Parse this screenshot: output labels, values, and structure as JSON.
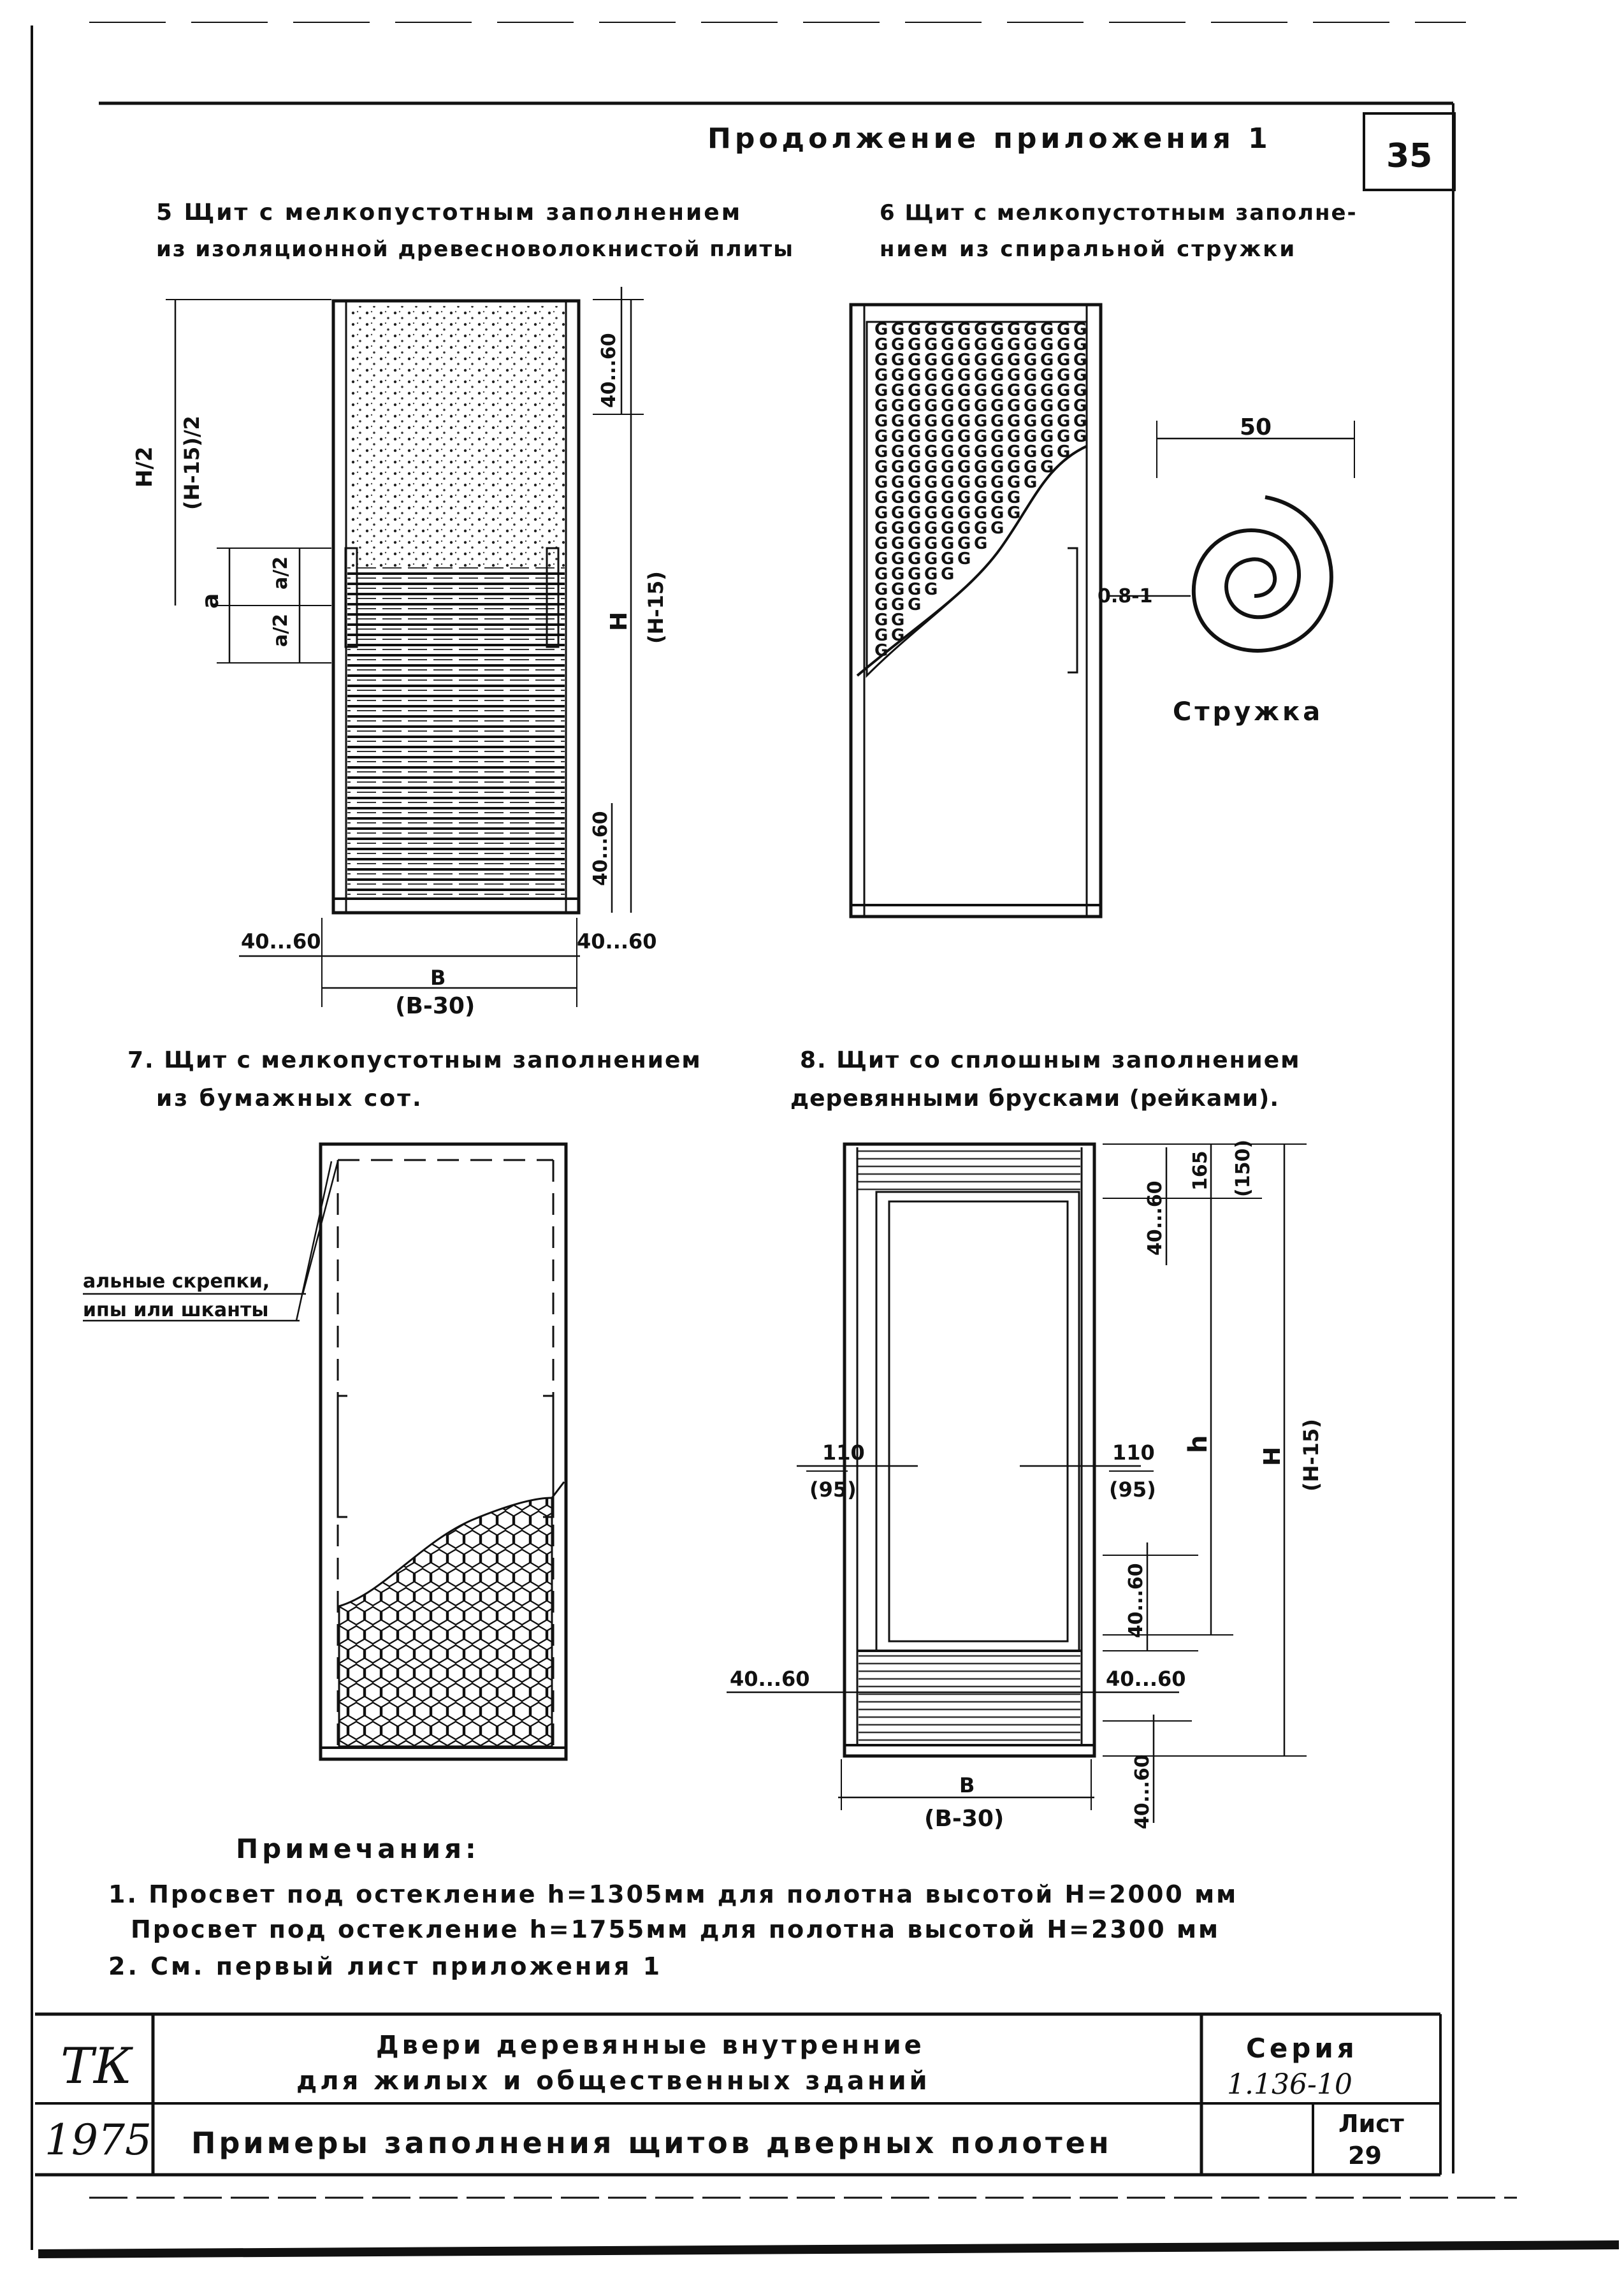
{
  "header": {
    "continuation": "Продолжение приложения 1",
    "page_number": "35"
  },
  "sections": {
    "s5": {
      "title_line1": "5 Щит с мелкопустотным заполнением",
      "title_line2": "из изоляционной древесноволокнистой плиты",
      "dims": {
        "top_fill": "40...60",
        "bottom_fill": "40...60",
        "left_edge": "40...60",
        "right_edge": "40...60",
        "height": "H",
        "height_alt": "(H-15)",
        "width": "B",
        "width_alt": "(B-30)",
        "half_h": "H/2",
        "half_h_alt": "(H-15)/2",
        "a": "a",
        "a_half_top": "a/2",
        "a_half_bottom": "a/2"
      }
    },
    "s6": {
      "title_line1": "6 Щит с мелкопустотным заполне-",
      "title_line2": "нием из спиральной стружки",
      "shaving_width": "50",
      "shaving_thickness": "0.8-1",
      "shaving_label": "Стружка"
    },
    "s7": {
      "title_line1": "7. Щит с мелкопустотным заполнением",
      "title_line2": "из бумажных сот.",
      "callout_line1": "альные скрепки,",
      "callout_line2": "ипы или шканты"
    },
    "s8": {
      "title_line1": "8. Щит со сплошным заполнением",
      "title_line2": "деревянными брусками (рейками).",
      "dims": {
        "top_rail": "165",
        "top_rail_alt": "(150)",
        "top_fill": "40...60",
        "side_left": "110",
        "side_left_alt": "(95)",
        "side_right": "110",
        "side_right_alt": "(95)",
        "opening": "h",
        "height": "H",
        "height_alt": "(H-15)",
        "mid_fill": "40...60",
        "bottom_fill": "40...60",
        "left_edge": "40...60",
        "right_edge": "40...60",
        "width": "B",
        "width_alt": "(B-30)"
      }
    }
  },
  "notes": {
    "heading": "Примечания:",
    "n1a": "1. Просвет под остекление h=1305мм для полотна высотой H=2000 мм",
    "n1b": "Просвет под остекление h=1755мм для полотна высотой H=2300 мм",
    "n2": "2. См. первый лист приложения 1"
  },
  "title_block": {
    "org": "ТК",
    "year": "1975",
    "title_line1": "Двери деревянные внутренние",
    "title_line2": "для жилых и общественных зданий",
    "subtitle": "Примеры заполнения щитов дверных полотен",
    "series_label": "Серия",
    "series_value": "1.136-10",
    "sheet_label": "Лист",
    "sheet_value": "29"
  }
}
